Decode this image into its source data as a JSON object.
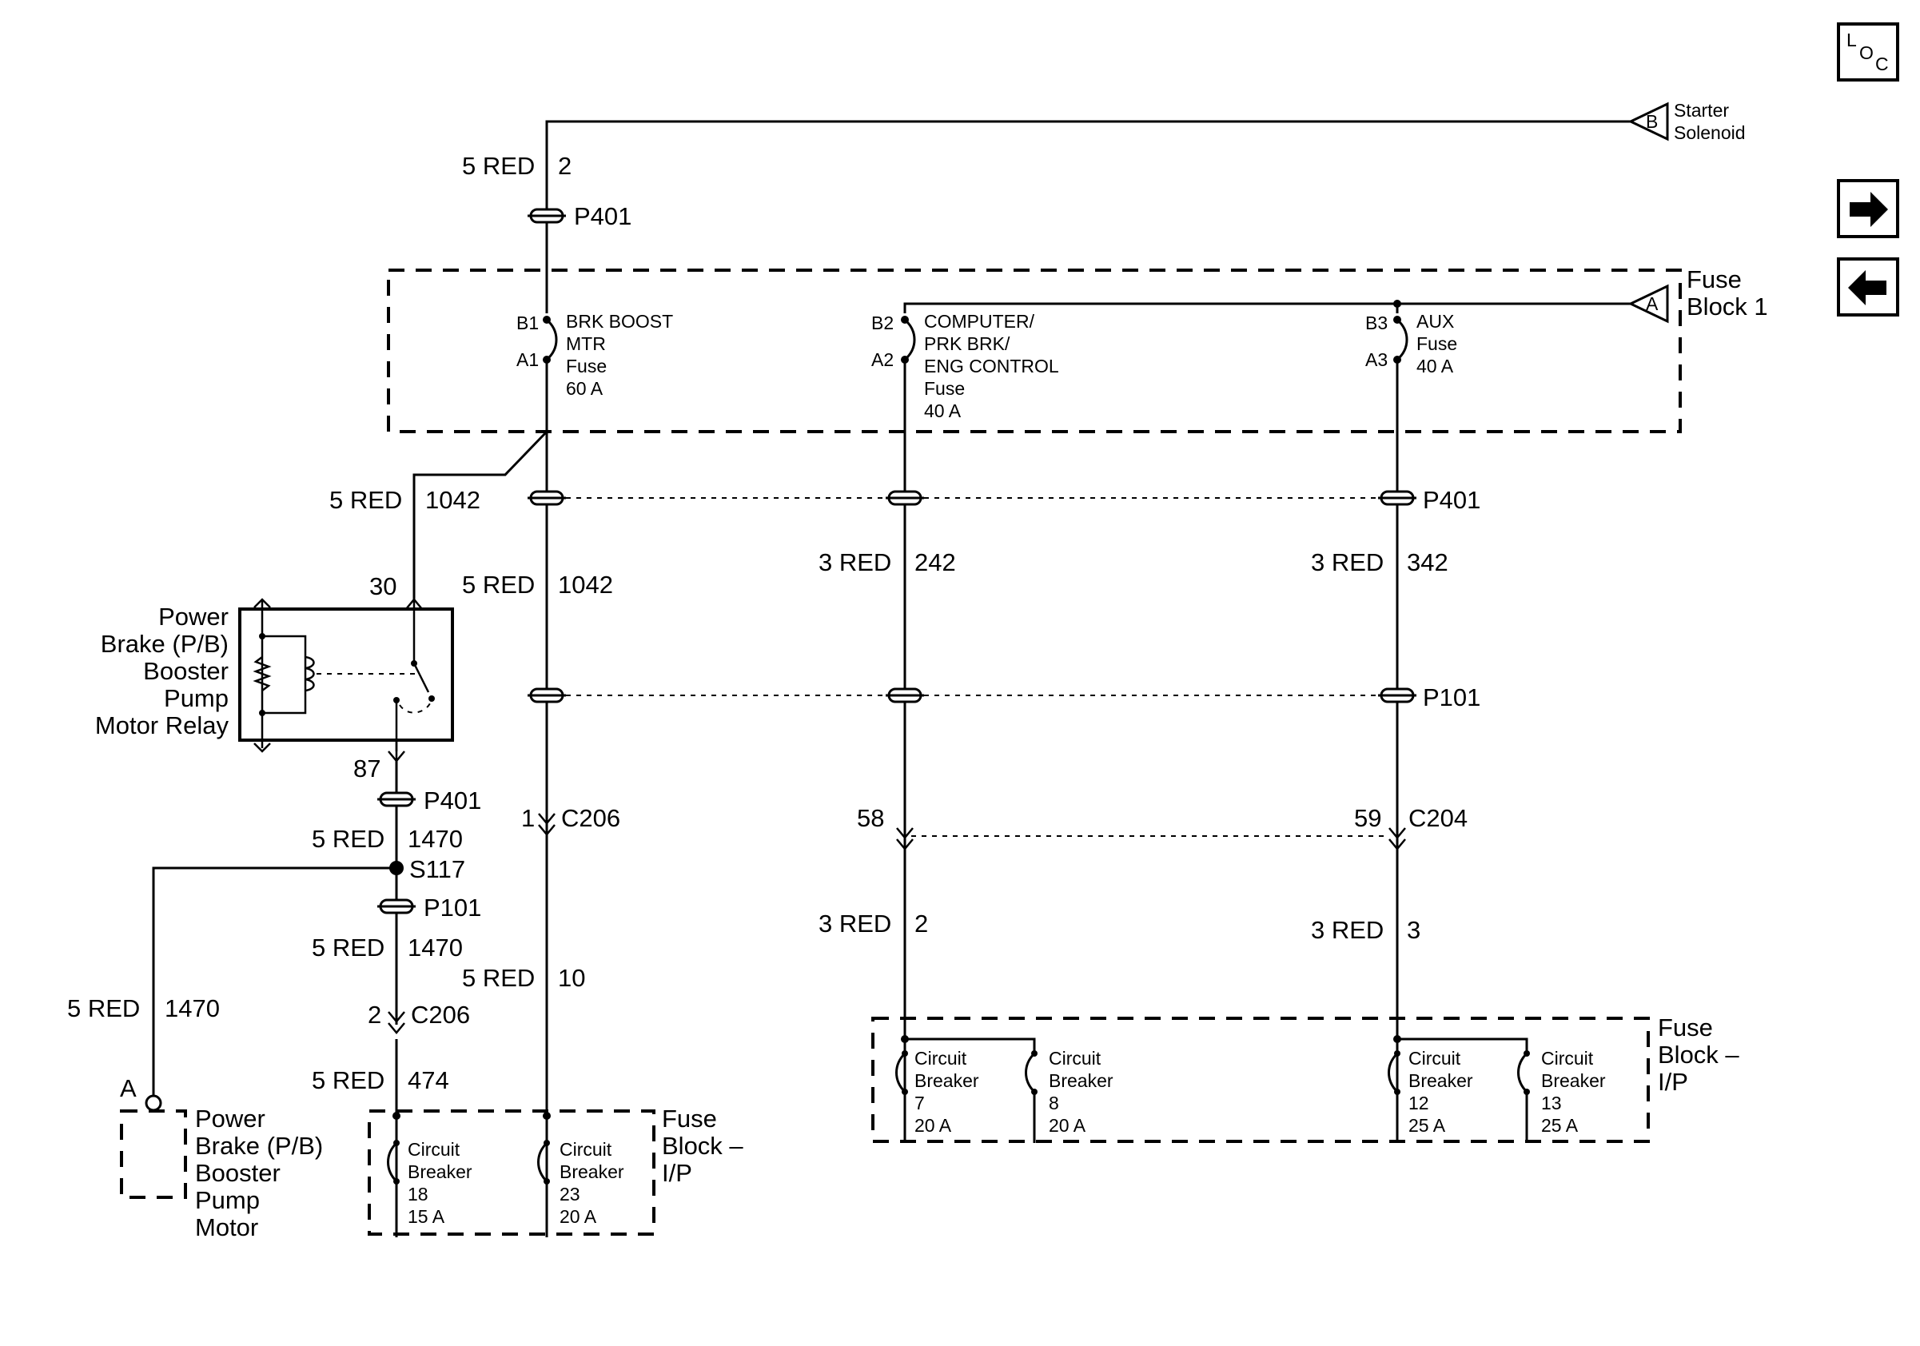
{
  "nav": {
    "loc_symbol_top": "L",
    "loc_symbol_mid": "O",
    "loc_symbol_bot": "C"
  },
  "terminals": {
    "starter_letter": "B",
    "starter_line1": "Starter",
    "starter_line2": "Solenoid",
    "fuseblock_letter": "A"
  },
  "fuse_block_1": {
    "line1": "Fuse",
    "line2": "Block 1"
  },
  "fuses": {
    "brk": {
      "pin_in": "B1",
      "pin_out": "A1",
      "l1": "BRK BOOST",
      "l2": "MTR",
      "l3": "Fuse",
      "l4": "60 A"
    },
    "comp": {
      "pin_in": "B2",
      "pin_out": "A2",
      "l1": "COMPUTER/",
      "l2": "PRK BRK/",
      "l3": "ENG CONTROL",
      "l4": "Fuse",
      "l5": "40 A"
    },
    "aux": {
      "pin_in": "B3",
      "pin_out": "A3",
      "l1": "AUX",
      "l2": "Fuse",
      "l3": "40 A"
    }
  },
  "wires": {
    "top_gauge": "5 RED",
    "top_circuit": "2",
    "left_1042_gauge": "5 RED",
    "left_1042_circuit": "1042",
    "mid_1042_gauge": "5 RED",
    "mid_1042_circuit": "1042",
    "c242_gauge": "3 RED",
    "c242_circuit": "242",
    "c342_gauge": "3 RED",
    "c342_circuit": "342",
    "r1470a_gauge": "5 RED",
    "r1470a_circuit": "1470",
    "r1470b_gauge": "5 RED",
    "r1470b_circuit": "1470",
    "motor_gauge": "5 RED",
    "motor_circuit": "1470",
    "c474_gauge": "5 RED",
    "c474_circuit": "474",
    "c10_gauge": "5 RED",
    "c10_circuit": "10",
    "c2_gauge": "3 RED",
    "c2_circuit": "2",
    "c3_gauge": "3 RED",
    "c3_circuit": "3"
  },
  "connectors": {
    "p401_top": "P401",
    "p401_row": "P401",
    "p101_row": "P101",
    "p401_relay": "P401",
    "s117": "S117",
    "p101_relay": "P101",
    "c206_pin": "1",
    "c206": "C206",
    "c204_pin_a": "58",
    "c204_pin_b": "59",
    "c204": "C204",
    "c206b_pin": "2",
    "c206b": "C206"
  },
  "relay": {
    "pin_in": "30",
    "pin_out": "87",
    "l1": "Power",
    "l2": "Brake (P/B)",
    "l3": "Booster",
    "l4": "Pump",
    "l5": "Motor Relay"
  },
  "motor": {
    "terminal": "A",
    "l1": "Power",
    "l2": "Brake (P/B)",
    "l3": "Booster",
    "l4": "Pump",
    "l5": "Motor"
  },
  "fuse_block_ip_left": {
    "line1": "Fuse",
    "line2": "Block –",
    "line3": "I/P"
  },
  "fuse_block_ip_right": {
    "line1": "Fuse",
    "line2": "Block –",
    "line3": "I/P"
  },
  "breakers": {
    "cb18": {
      "l1": "Circuit",
      "l2": "Breaker",
      "l3": "18",
      "l4": "15 A"
    },
    "cb23": {
      "l1": "Circuit",
      "l2": "Breaker",
      "l3": "23",
      "l4": "20 A"
    },
    "cb7": {
      "l1": "Circuit",
      "l2": "Breaker",
      "l3": "7",
      "l4": "20 A"
    },
    "cb8": {
      "l1": "Circuit",
      "l2": "Breaker",
      "l3": "8",
      "l4": "20 A"
    },
    "cb12": {
      "l1": "Circuit",
      "l2": "Breaker",
      "l3": "12",
      "l4": "25 A"
    },
    "cb13": {
      "l1": "Circuit",
      "l2": "Breaker",
      "l3": "13",
      "l4": "25 A"
    }
  }
}
